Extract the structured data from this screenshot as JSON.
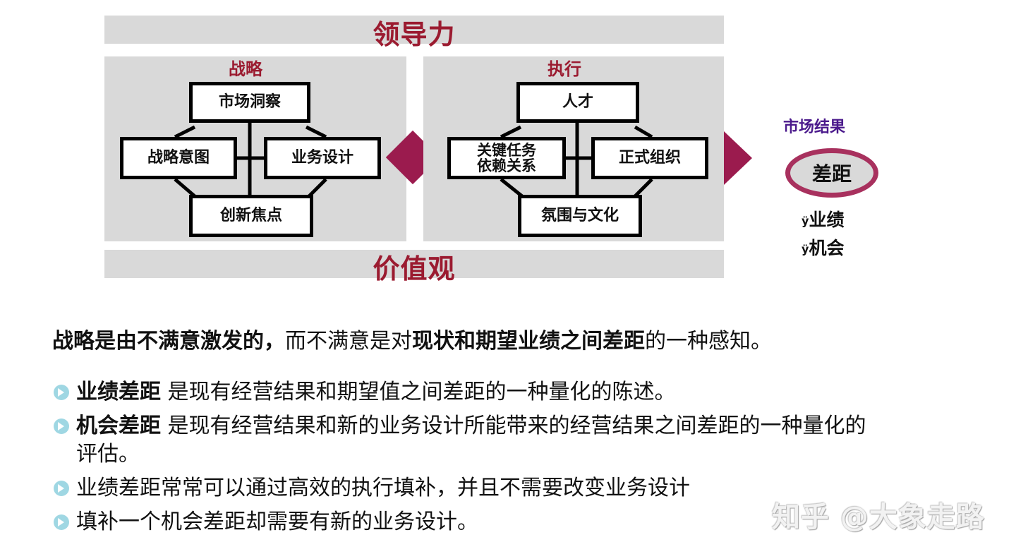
{
  "header": {
    "title": "领导力"
  },
  "footer_band": {
    "title": "价值观"
  },
  "strategy": {
    "title": "战略",
    "boxes": {
      "top": "市场洞察",
      "left": "战略意图",
      "right": "业务设计",
      "bottom": "创新焦点"
    }
  },
  "execution": {
    "title": "执行",
    "boxes": {
      "top": "人才",
      "left_line1": "关键任务",
      "left_line2": "依赖关系",
      "right": "正式组织",
      "bottom": "氛围与文化"
    }
  },
  "market": {
    "title": "市场结果",
    "gap": "差距",
    "items": [
      "业绩",
      "机会"
    ],
    "item_marker": "ÿ"
  },
  "intro": {
    "part1": "战略是由不满意激发的，",
    "part2": "而不满意是对",
    "part3": "现状和期望业绩之间差距",
    "part4": "的一种感知。"
  },
  "bullets": [
    {
      "bold": "业绩差距",
      "text": " 是现有经营结果和期望值之间差距的一种量化的陈述。"
    },
    {
      "bold": "机会差距",
      "text": " 是现有经营结果和新的业务设计所能带来的经营结果之间差距的一种量化的评估。"
    },
    {
      "bold": "",
      "text": "业绩差距常常可以通过高效的执行填补，并且不需要改变业务设计"
    },
    {
      "bold": "",
      "text": "填补一个机会差距却需要有新的业务设计。"
    }
  ],
  "watermark": "知乎 @大象走路",
  "colors": {
    "accent": "#9b1b30",
    "arrow": "#9b1b4e",
    "market_title": "#4b1a8c",
    "panel_gray": "#d9d9d9",
    "bullet": "#9fd7e3"
  }
}
